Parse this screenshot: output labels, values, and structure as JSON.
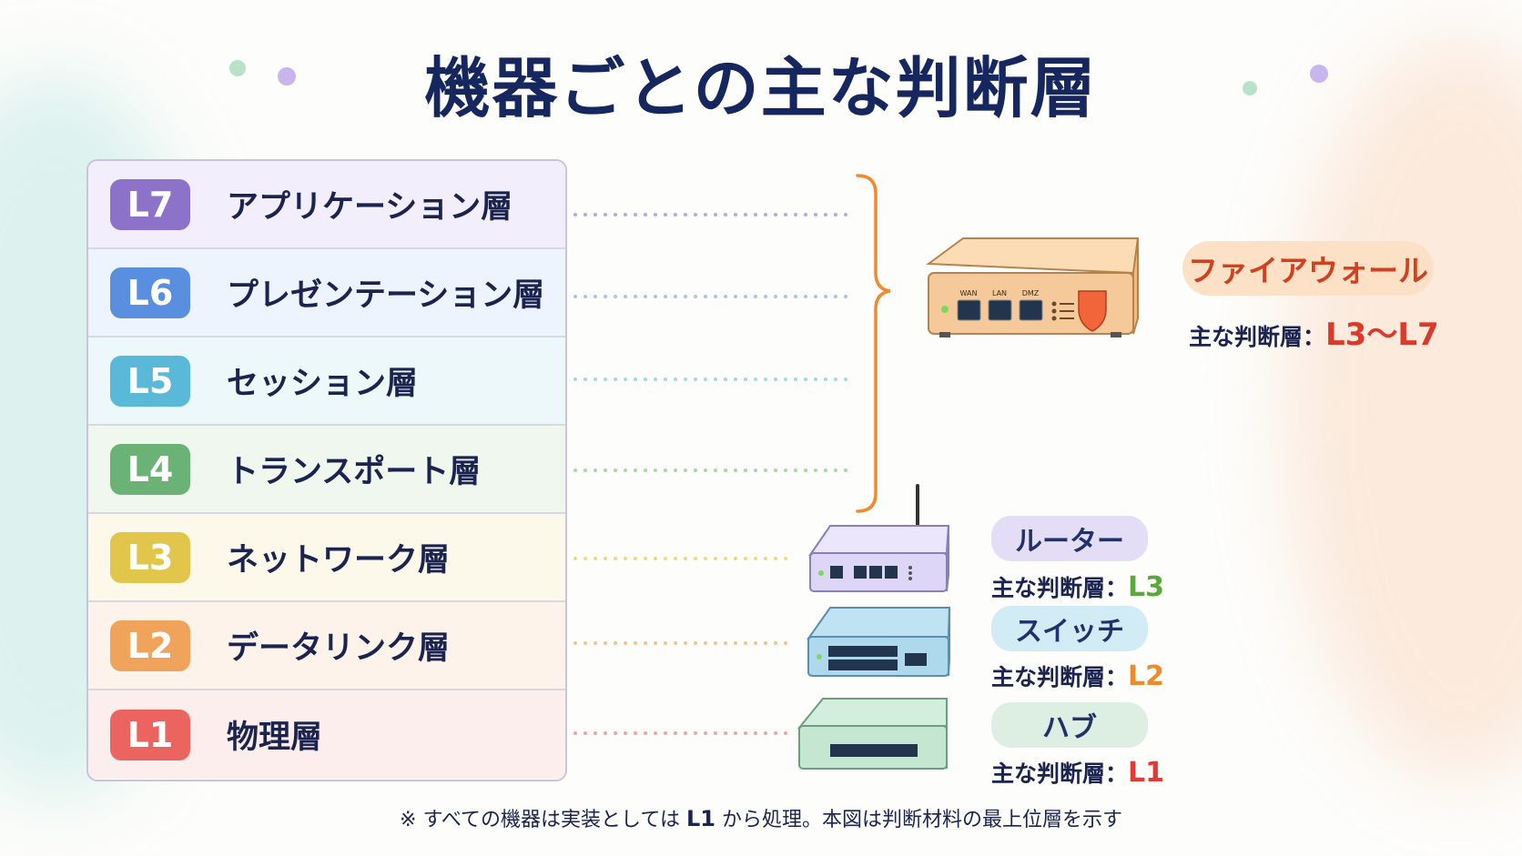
{
  "title": "機器ごとの主な判断層",
  "layers": [
    {
      "code": "L7",
      "name": "アプリケーション層",
      "color": "#8c72c9",
      "bg": "#f2eefb",
      "dot": "#b5a9e6"
    },
    {
      "code": "L6",
      "name": "プレゼンテーション層",
      "color": "#5a8fe0",
      "bg": "#eef4fd",
      "dot": "#a9c3ef"
    },
    {
      "code": "L5",
      "name": "セッション層",
      "color": "#5ab8d8",
      "bg": "#edf8fb",
      "dot": "#9fd8e8"
    },
    {
      "code": "L4",
      "name": "トランスポート層",
      "color": "#6bb276",
      "bg": "#eff7ee",
      "dot": "#a6d8a8"
    },
    {
      "code": "L3",
      "name": "ネットワーク層",
      "color": "#e2c54b",
      "bg": "#fdf9ea",
      "dot": "#ecd982"
    },
    {
      "code": "L2",
      "name": "データリンク層",
      "color": "#f0a35a",
      "bg": "#fdf3ea",
      "dot": "#f4c48e"
    },
    {
      "code": "L1",
      "name": "物理層",
      "color": "#ec6460",
      "bg": "#fdeeee",
      "dot": "#f2a4a1"
    }
  ],
  "devices": {
    "firewall": {
      "name": "ファイアウォール",
      "caption_prefix": "主な判断層：",
      "caption_value": "L3〜L7",
      "value_color": "#d93a2b",
      "port_labels": [
        "WAN",
        "LAN",
        "DMZ"
      ]
    },
    "router": {
      "name": "ルーター",
      "caption_prefix": "主な判断層：",
      "caption_value": "L3",
      "value_color": "#5aa83a"
    },
    "switch": {
      "name": "スイッチ",
      "caption_prefix": "主な判断層：",
      "caption_value": "L2",
      "value_color": "#ef8a2a"
    },
    "hub": {
      "name": "ハブ",
      "caption_prefix": "主な判断層：",
      "caption_value": "L1",
      "value_color": "#e53935"
    }
  },
  "footnote_prefix": "※ すべての機器は実装としては ",
  "footnote_highlight": "L1",
  "footnote_suffix": " から処理。本図は判断材料の最上位層を示す"
}
